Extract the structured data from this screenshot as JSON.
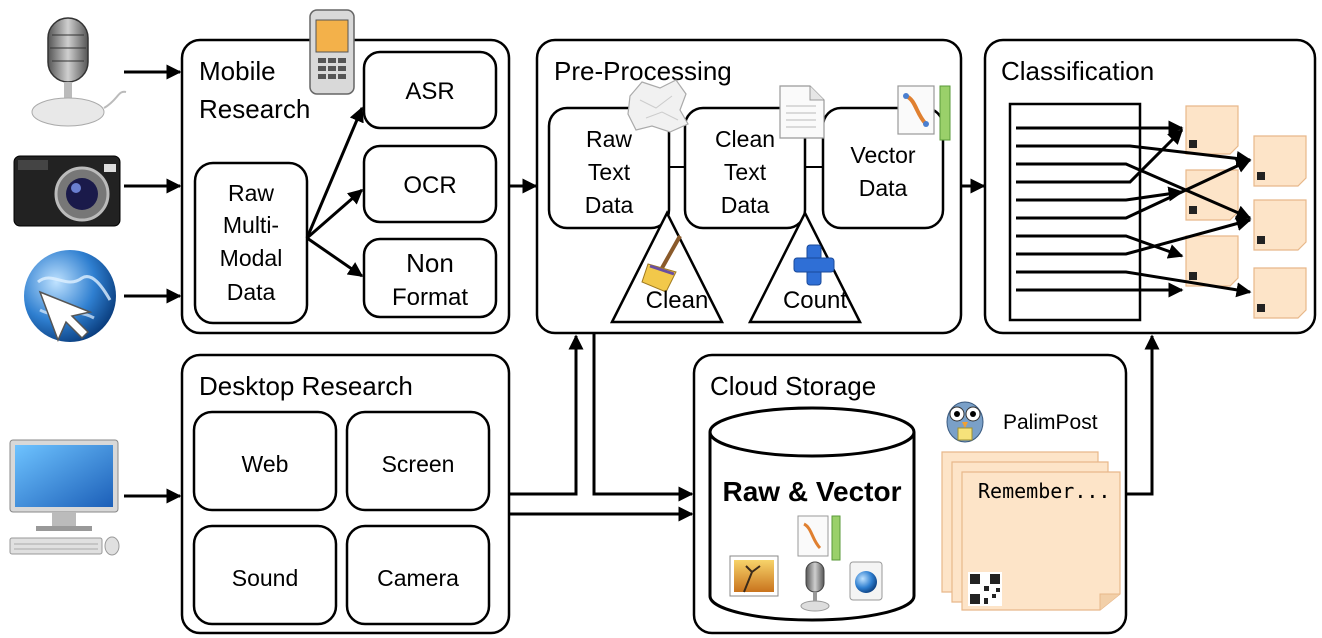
{
  "mobile": {
    "title_line1": "Mobile",
    "title_line2": "Research",
    "raw_line1": "Raw",
    "raw_line2": "Multi-",
    "raw_line3": "Modal",
    "raw_line4": "Data",
    "asr": "ASR",
    "ocr": "OCR",
    "nonformat_line1": "Non",
    "nonformat_line2": "Format"
  },
  "preprocessing": {
    "title": "Pre-Processing",
    "raw_text_line1": "Raw",
    "raw_text_line2": "Text",
    "raw_text_line3": "Data",
    "clean_text_line1": "Clean",
    "clean_text_line2": "Text",
    "clean_text_line3": "Data",
    "vector_line1": "Vector",
    "vector_line2": "Data",
    "clean_op": "Clean",
    "count_op": "Count"
  },
  "classification": {
    "title": "Classification"
  },
  "desktop": {
    "title": "Desktop Research",
    "web": "Web",
    "screen": "Screen",
    "sound": "Sound",
    "camera": "Camera"
  },
  "cloud": {
    "title": "Cloud Storage",
    "db_label": "Raw & Vector",
    "brand": "PalimPost",
    "note_text": "Remember..."
  },
  "icons": {
    "inputs": [
      "microphone-icon",
      "camera-icon",
      "globe-icon",
      "desktop-computer-icon"
    ],
    "decor": [
      "mobile-phone-icon",
      "crumpled-paper-icon",
      "document-icon",
      "vector-drawing-icon",
      "broom-icon",
      "plus-icon",
      "owl-icon",
      "photo-icon",
      "web-file-icon"
    ]
  },
  "colors": {
    "note_fill": "#fde4c8",
    "note_border": "#e8b88a",
    "plus_blue": "#2f6fd6",
    "screen_blue": "#2a7fd8"
  }
}
